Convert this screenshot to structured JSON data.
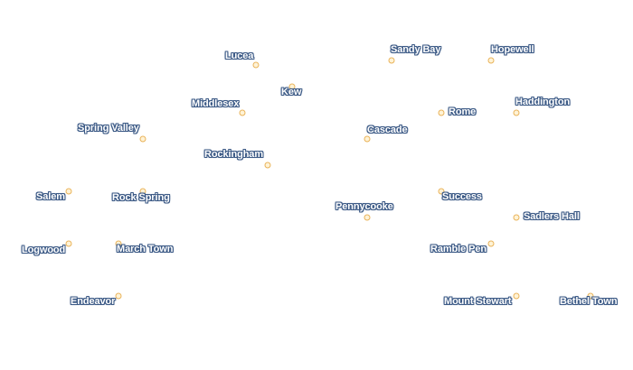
{
  "colors": {
    "label_fill": "#ffffff",
    "label_halo": "#3c5a86",
    "marker_fill": "#fff3d6",
    "marker_stroke": "#e9b35a",
    "background": "#ffffff"
  },
  "places": [
    {
      "id": "lucea",
      "name": "Lucea"
    },
    {
      "id": "sandy-bay",
      "name": "Sandy Bay"
    },
    {
      "id": "hopewell",
      "name": "Hopewell"
    },
    {
      "id": "kew",
      "name": "Kew"
    },
    {
      "id": "middlesex",
      "name": "Middlesex"
    },
    {
      "id": "rome",
      "name": "Rome"
    },
    {
      "id": "haddington",
      "name": "Haddington"
    },
    {
      "id": "spring-valley",
      "name": "Spring Valley"
    },
    {
      "id": "cascade",
      "name": "Cascade"
    },
    {
      "id": "rockingham",
      "name": "Rockingham"
    },
    {
      "id": "salem",
      "name": "Salem"
    },
    {
      "id": "rock-spring",
      "name": "Rock Spring"
    },
    {
      "id": "success",
      "name": "Success"
    },
    {
      "id": "pennycooke",
      "name": "Pennycooke"
    },
    {
      "id": "sadlers-hall",
      "name": "Sadlers Hall"
    },
    {
      "id": "logwood",
      "name": "Logwood"
    },
    {
      "id": "march-town",
      "name": "March Town"
    },
    {
      "id": "ramble-pen",
      "name": "Ramble Pen"
    },
    {
      "id": "endeavor",
      "name": "Endeavor"
    },
    {
      "id": "mount-stewart",
      "name": "Mount Stewart"
    },
    {
      "id": "bethel-town",
      "name": "Bethel Town"
    }
  ]
}
